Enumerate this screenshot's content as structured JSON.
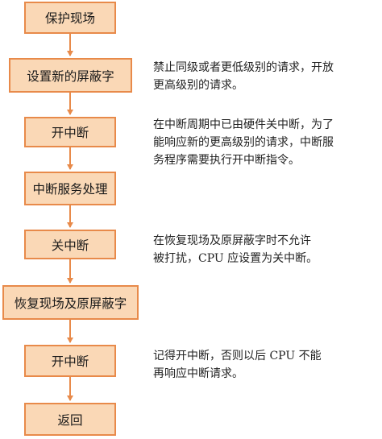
{
  "flowchart": {
    "steps": [
      "保护现场",
      "设置新的屏蔽字",
      "开中断",
      "中断服务处理",
      "关中断",
      "恢复现场及原屏蔽字",
      "开中断",
      "返回"
    ],
    "notes": [
      {
        "attached_step": 1,
        "lines": [
          "禁止同级或者更低级别的请求，开放",
          "更高级别的请求。"
        ]
      },
      {
        "attached_step": 2,
        "lines": [
          "在中断周期中已由硬件关中断，为了",
          "能响应新的更高级别的请求，中断服",
          "务程序需要执行开中断指令。"
        ]
      },
      {
        "attached_step": 4,
        "lines": [
          "在恢复现场及原屏蔽字时不允许",
          "被打扰，CPU 应设置为关中断。"
        ]
      },
      {
        "attached_step": 6,
        "lines": [
          "记得开中断，否则以后 CPU 不能",
          "再响应中断请求。"
        ]
      }
    ],
    "colors": {
      "box_fill": "#fad8b6",
      "box_border": "#e88a4a",
      "arrow": "#e88a4a"
    }
  }
}
